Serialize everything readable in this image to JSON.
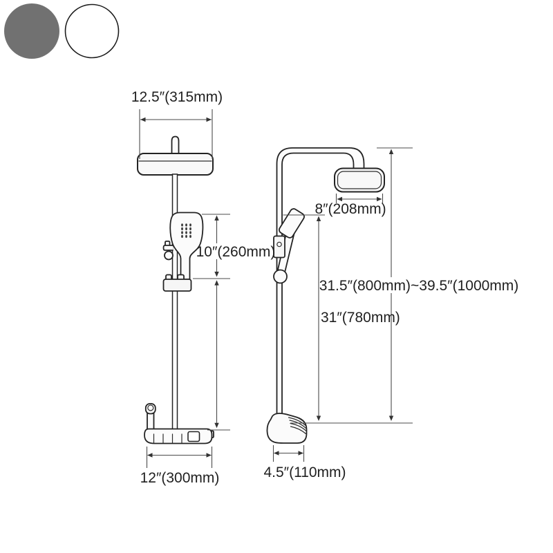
{
  "colors": {
    "drawing_line": "#232323",
    "dimension_line": "#4a4a4a",
    "label_text": "#1f1f1f",
    "swatch_gray": "#717171",
    "swatch_white": "#ffffff",
    "swatch_border": "#1a1a1a",
    "background": "#ffffff"
  },
  "color_options": [
    {
      "id": "gray",
      "color": "#717171"
    },
    {
      "id": "white",
      "color": "#ffffff"
    }
  ],
  "labels": {
    "front_width": "12.5″(315mm)",
    "front_handheld_height": "10″(260mm)",
    "front_shelf_width": "12″(300mm)",
    "side_head_width": "8″(208mm)",
    "side_total_height": "31.5″(800mm)~39.5″(1000mm)",
    "side_bar_height": "31″(780mm)",
    "side_base_depth": "4.5″(110mm)"
  }
}
